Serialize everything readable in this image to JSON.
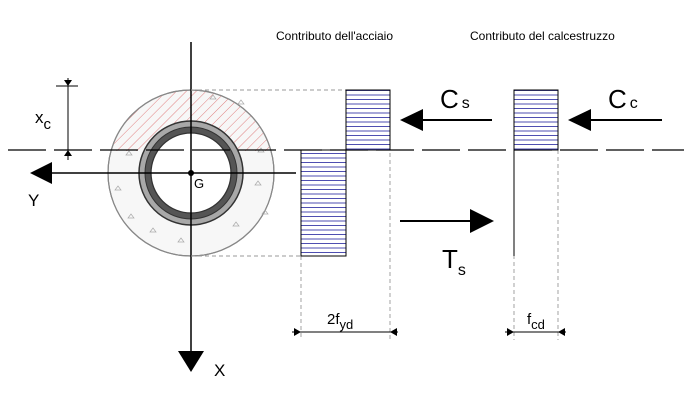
{
  "headings": {
    "steel": "Contributo dell'acciaio",
    "concrete": "Contributo del calcestruzzo"
  },
  "axes": {
    "x_label": "X",
    "y_label": "Y",
    "centroid_label": "G"
  },
  "section": {
    "depth_label_main": "x",
    "depth_label_sub": "c"
  },
  "forces": {
    "cs_main": "C",
    "cs_sub": "s",
    "cc_main": "C",
    "cc_sub": "c",
    "ts_main": "T",
    "ts_sub": "s"
  },
  "dimensions": {
    "steel_main": "2f",
    "steel_sub": "yd",
    "concrete_main": "f",
    "concrete_sub": "cd"
  },
  "colors": {
    "hatch_red": "#e08080",
    "stress_blue": "#3a3aa8",
    "pipe_dark": "#444444",
    "pipe_light": "#a8a8a8",
    "concrete_fill": "#f7f7f7"
  }
}
